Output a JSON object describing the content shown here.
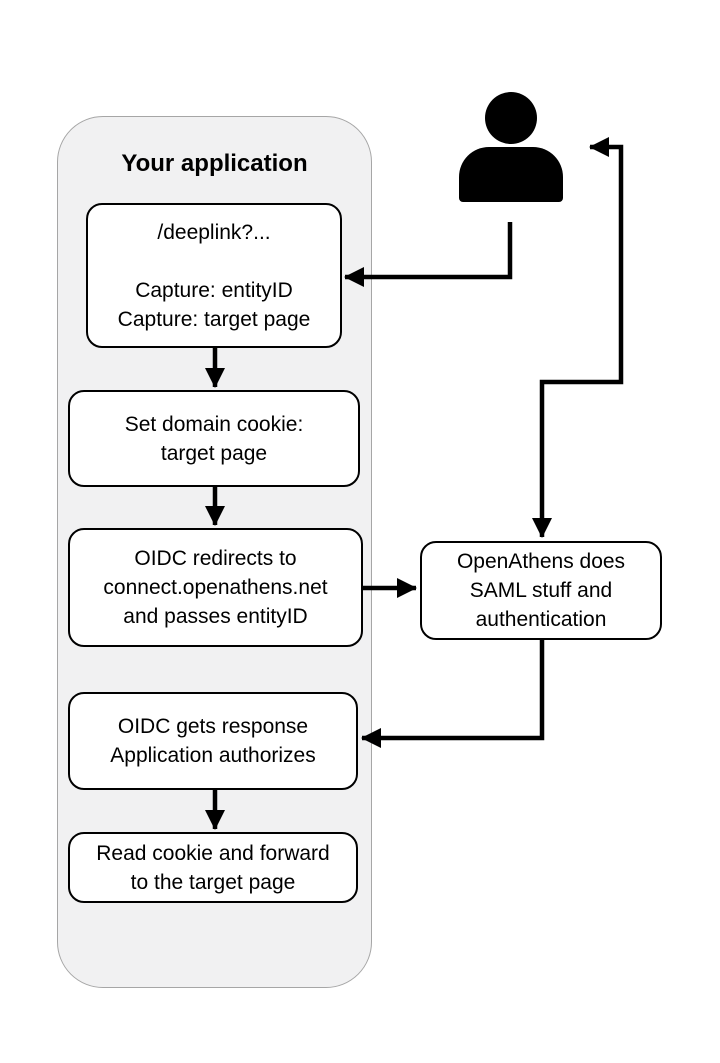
{
  "diagram": {
    "title": "Your application",
    "nodes": [
      {
        "id": "deeplink",
        "lines": [
          "/deeplink?...",
          "",
          "Capture: entityID",
          "Capture: target page"
        ]
      },
      {
        "id": "set-domain-cookie",
        "lines": [
          "Set domain cookie:",
          "target page"
        ]
      },
      {
        "id": "oidc-redirect",
        "lines": [
          "OIDC redirects to",
          "connect.openathens.net",
          "and passes entityID"
        ]
      },
      {
        "id": "openathens-saml",
        "lines": [
          "OpenAthens does",
          "SAML stuff and",
          "authentication"
        ]
      },
      {
        "id": "oidc-response",
        "lines": [
          "OIDC gets response",
          "Application authorizes"
        ]
      },
      {
        "id": "read-cookie",
        "lines": [
          "Read cookie and forward",
          "to the target page"
        ]
      }
    ],
    "icons": [
      {
        "name": "user-icon",
        "meaning": "end user silhouette"
      }
    ],
    "edges": [
      {
        "from": "user",
        "to": "deeplink",
        "style": "arrow"
      },
      {
        "from": "deeplink",
        "to": "set-domain-cookie",
        "style": "arrow"
      },
      {
        "from": "set-domain-cookie",
        "to": "oidc-redirect",
        "style": "arrow"
      },
      {
        "from": "oidc-redirect",
        "to": "openathens-saml",
        "style": "arrow"
      },
      {
        "from": "user",
        "to": "openathens-saml",
        "style": "double-arrow"
      },
      {
        "from": "openathens-saml",
        "to": "oidc-response",
        "style": "arrow"
      },
      {
        "from": "oidc-response",
        "to": "read-cookie",
        "style": "arrow"
      }
    ],
    "colors": {
      "connector": "#000000",
      "node_fill": "#ffffff",
      "node_border": "#000000",
      "container_fill": "#f1f1f2",
      "container_border": "#a6a6a6",
      "canvas": "#ffffff"
    }
  }
}
